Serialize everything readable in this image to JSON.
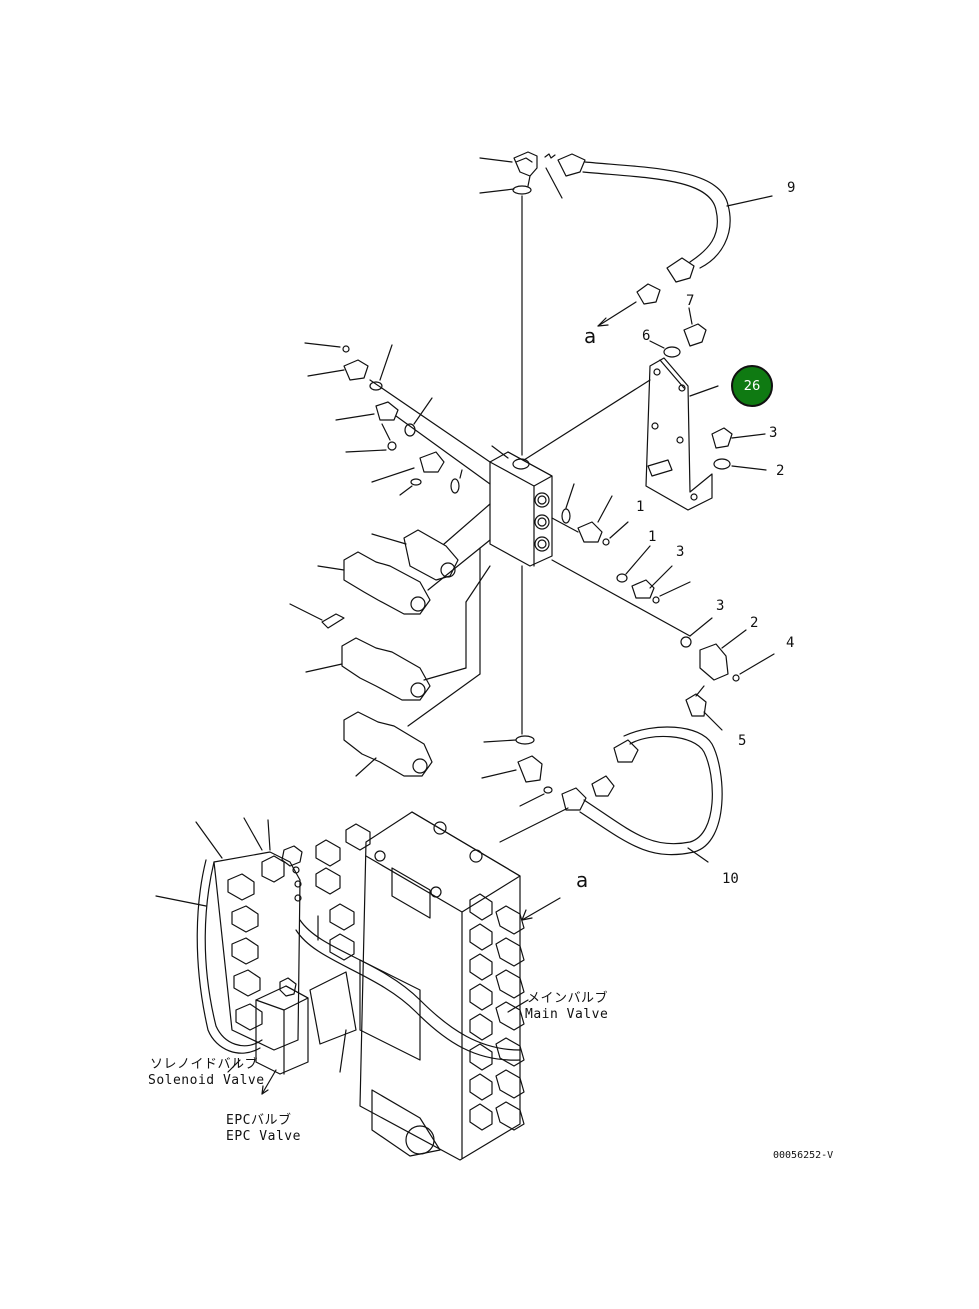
{
  "callout_badge": {
    "text": "26",
    "color": "#0f7a12"
  },
  "labels": {
    "a_upper": "a",
    "a_lower": "a",
    "n9": "9",
    "n7": "7",
    "n6": "6",
    "n3a": "3",
    "n2a": "2",
    "n1a": "1",
    "n1b": "1",
    "n3b": "3",
    "n3c": "3",
    "n2b": "2",
    "n4": "4",
    "n5": "5",
    "n10": "10"
  },
  "captions": {
    "main_valve_jp": "メインバルブ",
    "main_valve_en": "Main Valve",
    "solenoid_valve_jp": "ソレノイドバルブ",
    "solenoid_valve_en": "Solenoid Valve",
    "epc_valve_jp": "EPCバルブ",
    "epc_valve_en": "EPC Valve"
  },
  "drawing_code": "00056252-V",
  "line_color": "#111111"
}
